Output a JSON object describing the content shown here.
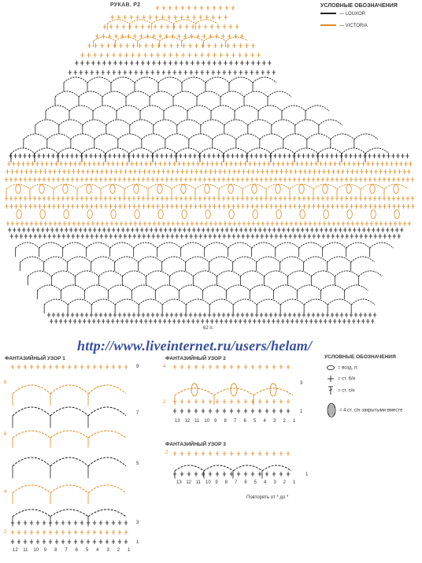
{
  "header": {
    "title": "РУКАВ. Р2",
    "legend_title": "УСЛОВНЫЕ ОБОЗНАЧЕНИЯ",
    "legend": [
      {
        "label": "— LOUXOR",
        "color": "#222222"
      },
      {
        "label": "— VICTORIA",
        "color": "#e08a1e"
      }
    ]
  },
  "sleeve": {
    "stitch_count": "62 п."
  },
  "watermark": {
    "url": "http://www.liveinternet.ru/users/helam/"
  },
  "patterns": {
    "p1": {
      "title": "ФАНТАЗИЙНЫЙ УЗОР 1",
      "rows_right": [
        "9",
        "7",
        "5",
        "3",
        "1"
      ],
      "rows_left": [
        "8",
        "6",
        "4",
        "2"
      ],
      "columns": [
        "12",
        "11",
        "10",
        "9",
        "8",
        "7",
        "6",
        "5",
        "4",
        "3",
        "2",
        "1"
      ]
    },
    "p2": {
      "title": "ФАНТАЗИЙНЫЙ УЗОР 2",
      "rows_right": [
        "3",
        "1"
      ],
      "rows_left": [
        "4",
        "2"
      ],
      "columns": [
        "13",
        "12",
        "11",
        "10",
        "9",
        "8",
        "7",
        "6",
        "5",
        "4",
        "3",
        "2",
        "1"
      ]
    },
    "p3": {
      "title": "ФАНТАЗИЙНЫЙ УЗОР 3",
      "rows_right": [
        "1"
      ],
      "rows_left": [
        "2"
      ],
      "columns": [
        "13",
        "12",
        "11",
        "10",
        "9",
        "8",
        "7",
        "6",
        "5",
        "4",
        "3",
        "2",
        "1"
      ],
      "repeat_note": "Повторять от * до *"
    }
  },
  "symbols": {
    "title": "УСЛОВНЫЕ ОБОЗНАЧЕНИЯ",
    "items": [
      {
        "label": "= возд. п.",
        "icon": "chain-stitch-icon"
      },
      {
        "label": "= ст. б/н",
        "icon": "single-crochet-icon"
      },
      {
        "label": "= ст. с/н",
        "icon": "double-crochet-icon"
      },
      {
        "label": "= 4 ст. с/н закрытыми вместе",
        "icon": "cluster-icon"
      }
    ]
  }
}
